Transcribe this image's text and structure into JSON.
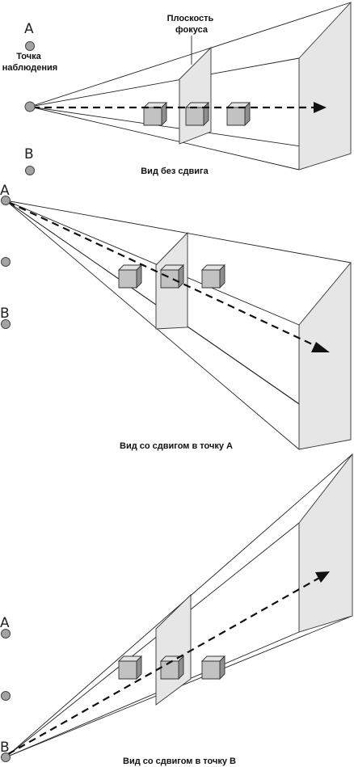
{
  "panel1": {
    "point_a": "A",
    "point_b": "B",
    "observation_label_line1": "Точка",
    "observation_label_line2": "наблюдения",
    "focus_label_line1": "Плоскость",
    "focus_label_line2": "фокуса",
    "caption": "Вид без сдвига"
  },
  "panel2": {
    "point_a": "A",
    "point_b": "B",
    "caption": "Вид со сдвигом в точку А"
  },
  "panel3": {
    "point_a": "A",
    "point_b": "B",
    "caption": "Вид со сдвигом в точку В"
  },
  "colors": {
    "plane_fill": "#e6e6e6",
    "cube_front": "#c2c2c2",
    "cube_top": "#e4e4e4",
    "cube_side": "#8f8f8f",
    "point_fill": "#a3a3a3"
  }
}
